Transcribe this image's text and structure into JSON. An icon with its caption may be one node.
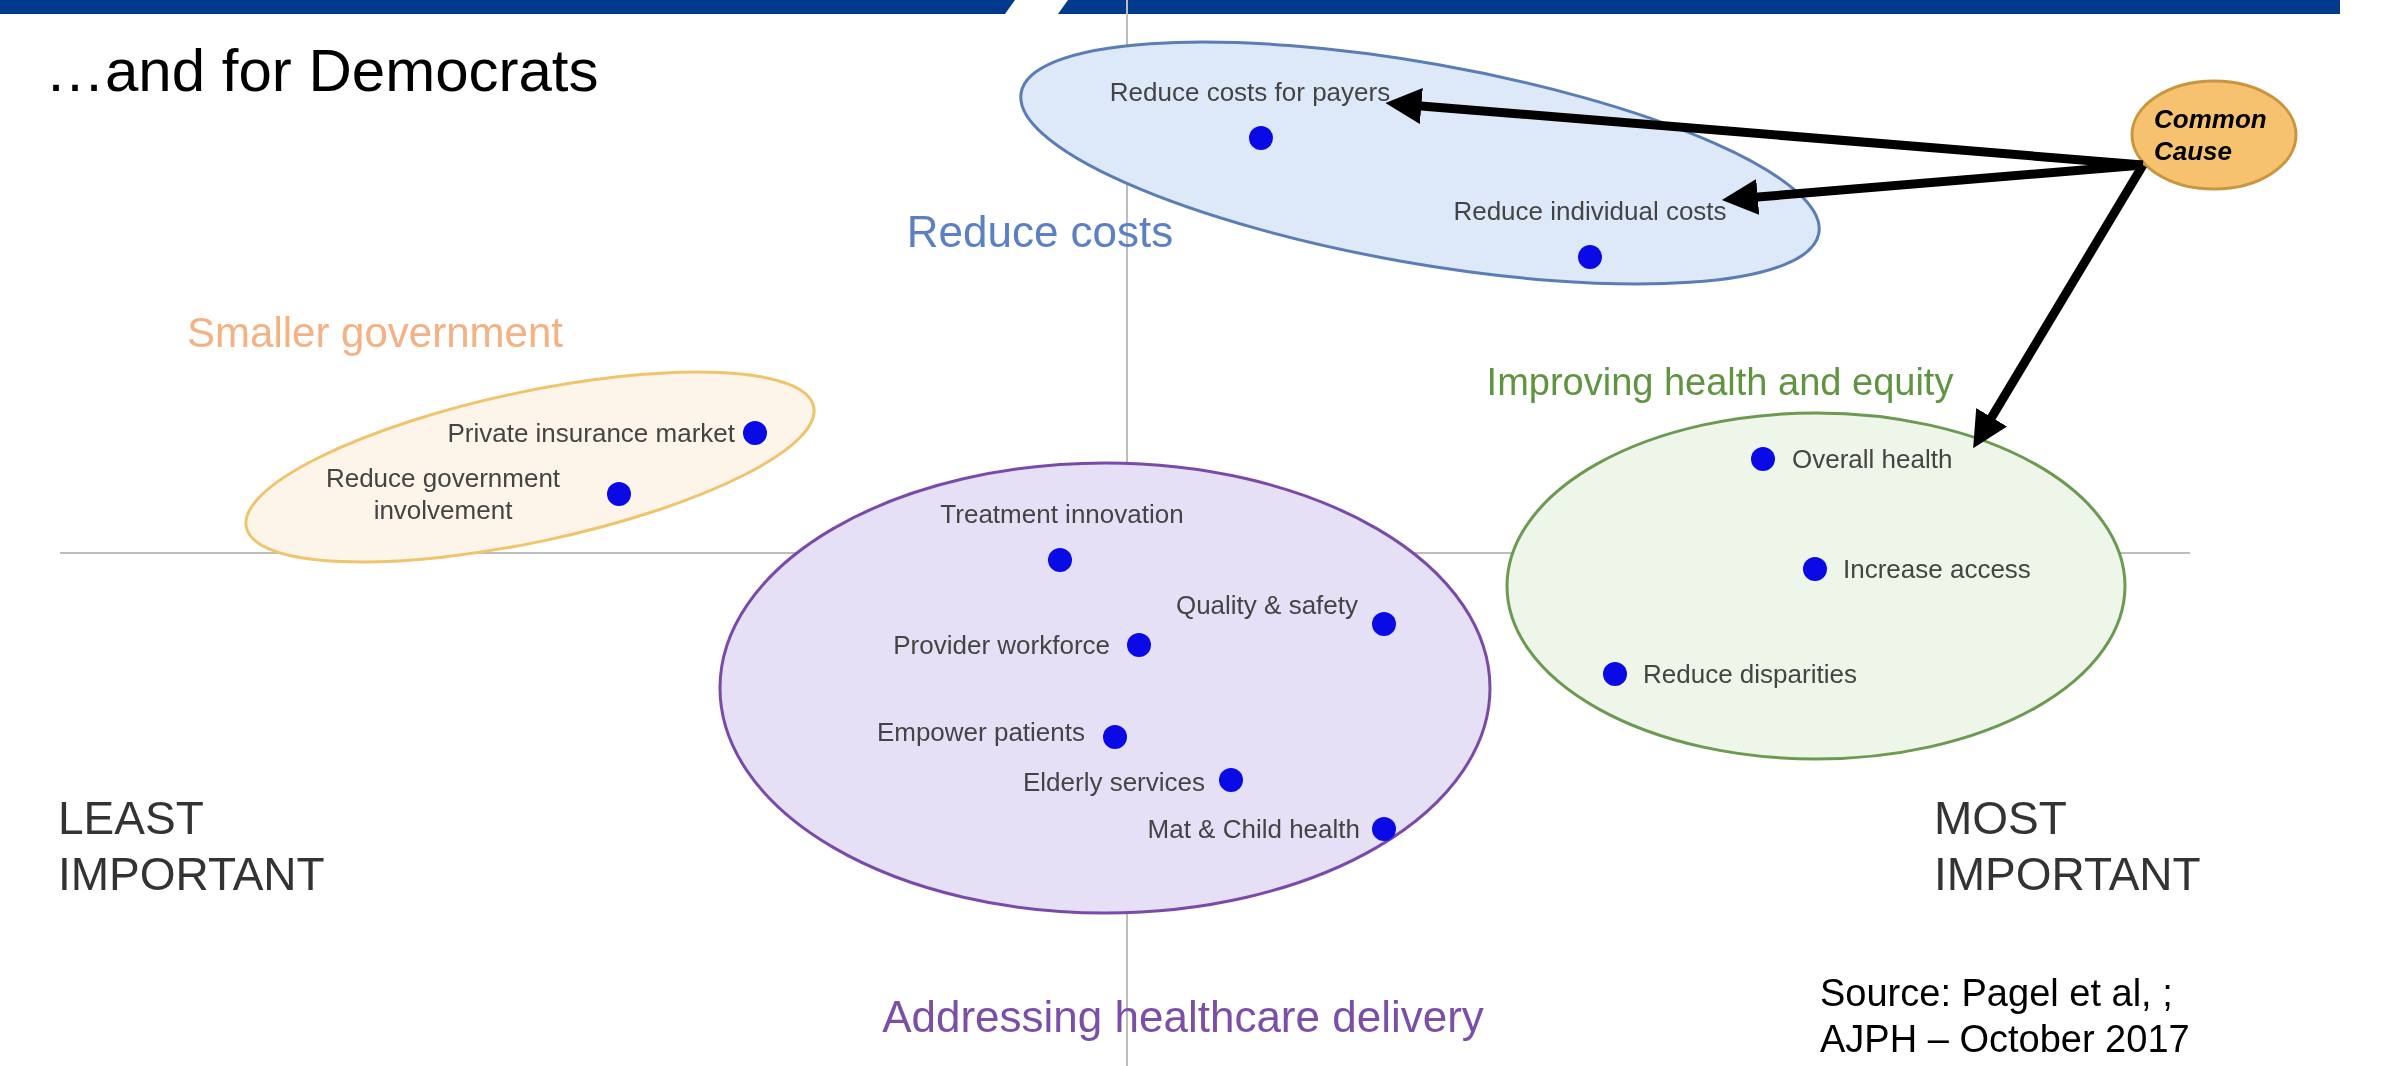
{
  "diagram": {
    "title": "…and for Democrats",
    "nodes": [
      {
        "text": [
          "Reduce costs"
        ]
      },
      {
        "text": [
          "Reduce costs for payers"
        ],
        "in": 0
      },
      {
        "text": [
          "Reduce individual costs"
        ],
        "in": 0
      },
      {
        "text": [
          "Common Cause"
        ]
      },
      {
        "text": [
          "Smaller government"
        ]
      },
      {
        "text": [
          "Private insurance market"
        ],
        "in": 4
      },
      {
        "text": [
          "Reduce government involvement"
        ],
        "in": 4
      },
      {
        "text": [
          "Improving health and equity"
        ]
      },
      {
        "text": [
          "Overall health"
        ],
        "in": 7
      },
      {
        "text": [
          "Increase access"
        ],
        "in": 7
      },
      {
        "text": [
          "Reduce disparities"
        ],
        "in": 7
      },
      {
        "text": [
          "Addressing healthcare delivery"
        ]
      },
      {
        "text": [
          "Treatment innovation"
        ],
        "in": 11
      },
      {
        "text": [
          "Quality & safety"
        ],
        "in": 11
      },
      {
        "text": [
          "Provider workforce"
        ],
        "in": 11
      },
      {
        "text": [
          "Empower patients"
        ],
        "in": 11
      },
      {
        "text": [
          "Elderly services"
        ],
        "in": 11
      },
      {
        "text": [
          "Mat & Child health"
        ],
        "in": 11
      }
    ],
    "edges": [
      {
        "from": 3,
        "to": 1,
        "arrow": "to"
      },
      {
        "from": 3,
        "to": 2,
        "arrow": "to"
      },
      {
        "from": 3,
        "to": 7,
        "arrow": "to"
      }
    ],
    "labels": [
      "LEAST IMPORTANT",
      "MOST IMPORTANT",
      "Source: Pagel et al, ; AJPH – October 2017"
    ]
  }
}
